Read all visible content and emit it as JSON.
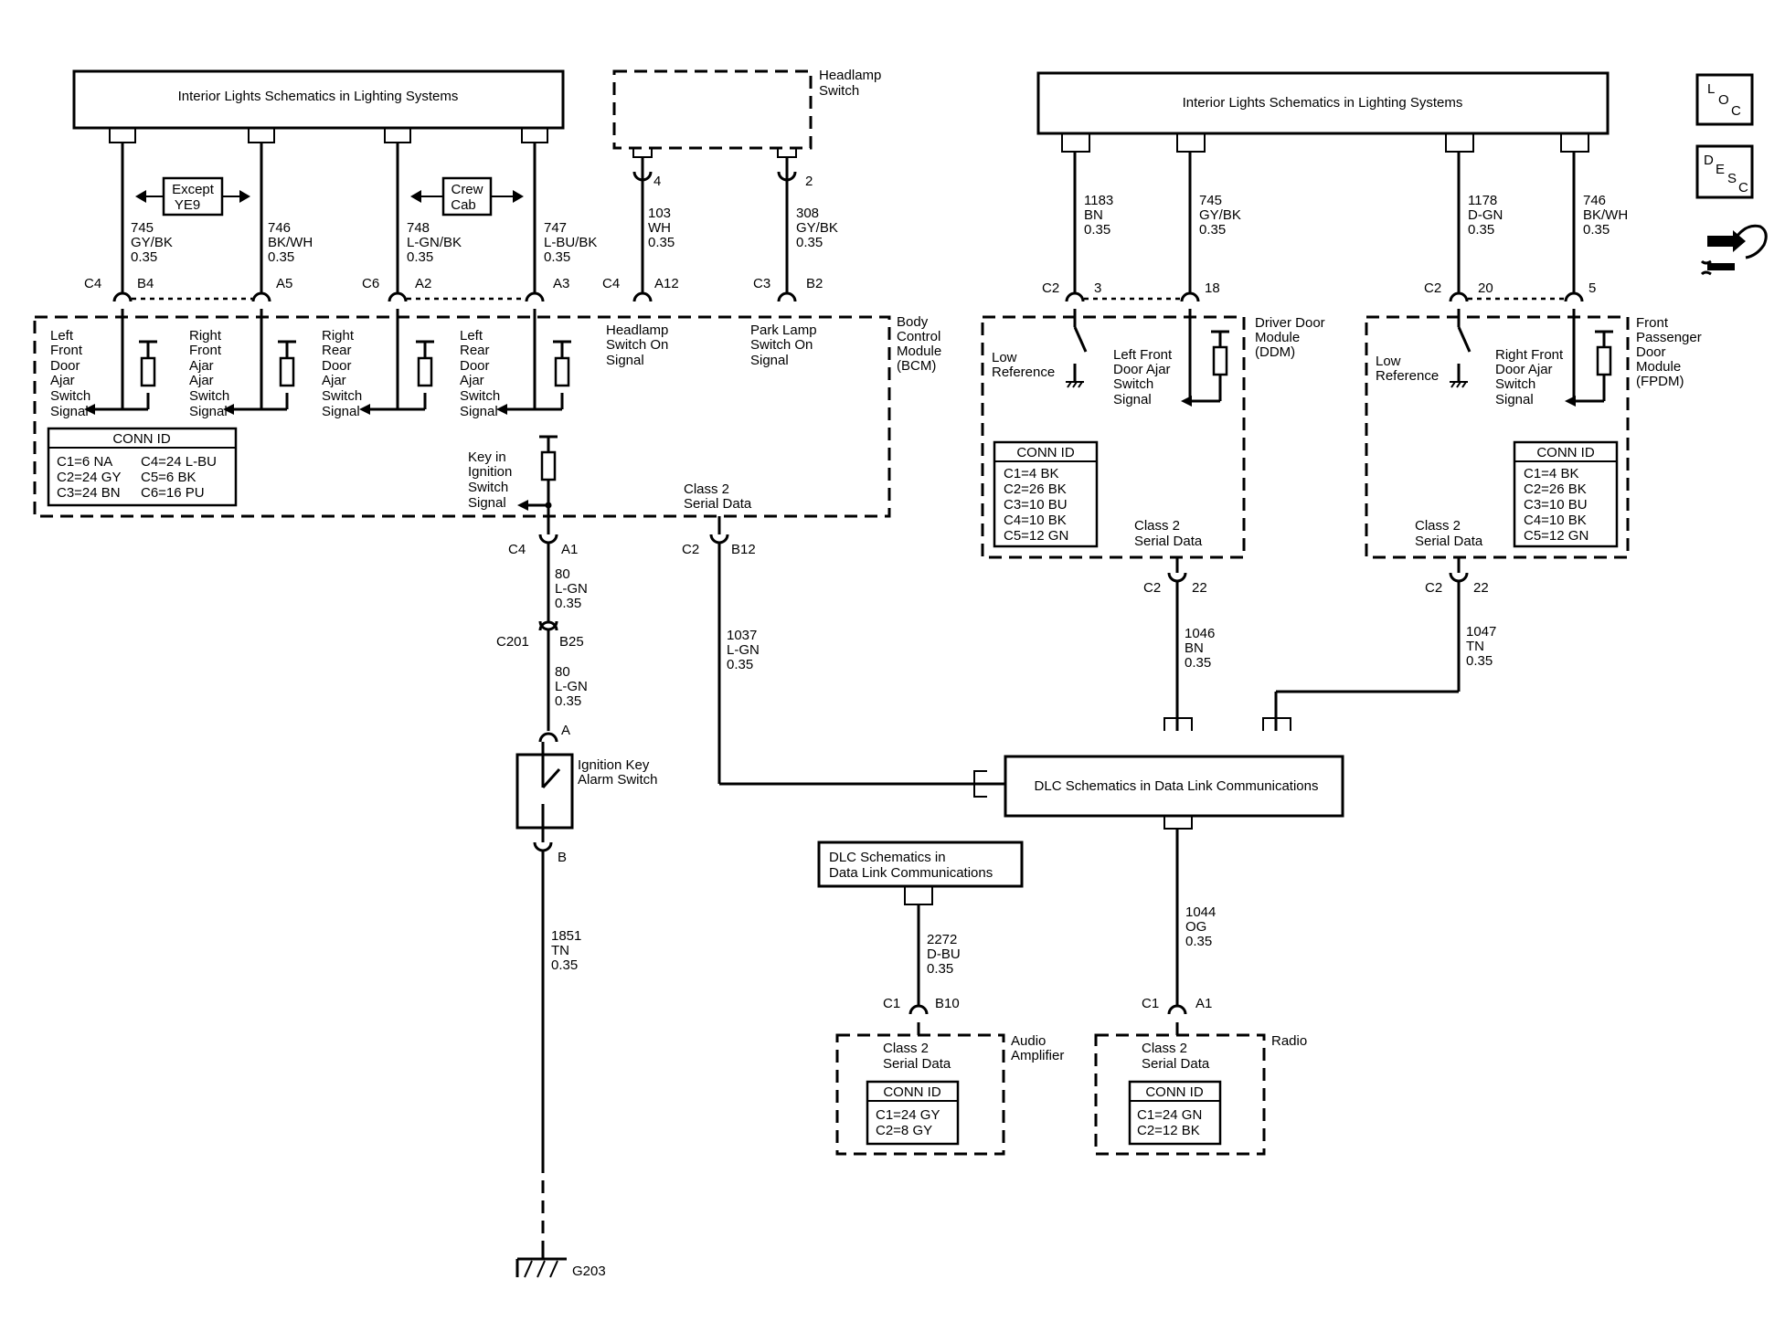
{
  "top_boxes": {
    "left": "Interior Lights Schematics in Lighting Systems",
    "right": "Interior Lights Schematics in Lighting Systems",
    "headlamp_switch": [
      "Headlamp",
      "Switch"
    ]
  },
  "options": {
    "except_ye9": [
      "Except",
      "YE9"
    ],
    "crew_cab": [
      "Crew",
      "Cab"
    ]
  },
  "bcm": {
    "title": [
      "Body",
      "Control",
      "Module",
      "(BCM)"
    ],
    "wires": [
      {
        "num": "745",
        "color": "GY/BK",
        "gauge": "0.35",
        "conn": "C4",
        "pin": "B4"
      },
      {
        "num": "746",
        "color": "BK/WH",
        "gauge": "0.35",
        "conn": "",
        "pin": "A5"
      },
      {
        "num": "748",
        "color": "L-GN/BK",
        "gauge": "0.35",
        "conn": "C6",
        "pin": "A2"
      },
      {
        "num": "747",
        "color": "L-BU/BK",
        "gauge": "0.35",
        "conn": "",
        "pin": "A3"
      },
      {
        "num": "103",
        "color": "WH",
        "gauge": "0.35",
        "conn": "C4",
        "pin": "A12",
        "sw_pin": "4"
      },
      {
        "num": "308",
        "color": "GY/BK",
        "gauge": "0.35",
        "conn": "C3",
        "pin": "B2",
        "sw_pin": "2"
      }
    ],
    "signals": [
      [
        "Left",
        "Front",
        "Door",
        "Ajar",
        "Switch",
        "Signal"
      ],
      [
        "Right",
        "Front",
        "Ajar",
        "Switch",
        "Signal"
      ],
      [
        "Right",
        "Rear",
        "Door",
        "Ajar",
        "Switch",
        "Signal"
      ],
      [
        "Left",
        "Rear",
        "Door",
        "Ajar",
        "Switch",
        "Signal"
      ],
      [
        "Headlamp",
        "Switch On",
        "Signal"
      ],
      [
        "Park Lamp",
        "Switch On",
        "Signal"
      ]
    ],
    "key_signal": [
      "Key in",
      "Ignition",
      "Switch",
      "Signal"
    ],
    "class2": [
      "Class 2",
      "Serial Data"
    ],
    "conn_title": "CONN ID",
    "conn": [
      "C1=6 NA",
      "C4=24 L-BU",
      "C2=24 GY",
      "C5=6 BK",
      "C3=24 BN",
      "C6=16 PU"
    ],
    "bottom_left": {
      "conn": "C4",
      "pin": "A1"
    },
    "bottom_right": {
      "conn": "C2",
      "pin": "B12"
    }
  },
  "ignition": {
    "wire80a": [
      "80",
      "L-GN",
      "0.35"
    ],
    "c201": "C201",
    "b25": "B25",
    "wire80b": [
      "80",
      "L-GN",
      "0.35"
    ],
    "pin_a": "A",
    "switch_label": [
      "Ignition Key",
      "Alarm Switch"
    ],
    "pin_b": "B",
    "wire1851": [
      "1851",
      "TN",
      "0.35"
    ],
    "ground": "G203"
  },
  "w1037": [
    "1037",
    "L-GN",
    "0.35"
  ],
  "ddm": {
    "title": [
      "Driver Door",
      "Module",
      "(DDM)"
    ],
    "wires": [
      {
        "num": "1183",
        "color": "BN",
        "gauge": "0.35",
        "conn": "C2",
        "pin": "3"
      },
      {
        "num": "745",
        "color": "GY/BK",
        "gauge": "0.35",
        "conn": "",
        "pin": "18"
      }
    ],
    "low_ref": [
      "Low",
      "Reference"
    ],
    "signal": [
      "Left Front",
      "Door Ajar",
      "Switch",
      "Signal"
    ],
    "conn_title": "CONN ID",
    "conn": [
      "C1=4 BK",
      "C2=26 BK",
      "C3=10 BU",
      "C4=10 BK",
      "C5=12 GN"
    ],
    "class2": [
      "Class 2",
      "Serial Data"
    ],
    "bottom": {
      "conn": "C2",
      "pin": "22"
    },
    "w1046": [
      "1046",
      "BN",
      "0.35"
    ]
  },
  "fpdm": {
    "title": [
      "Front",
      "Passenger",
      "Door",
      "Module",
      "(FPDM)"
    ],
    "wires": [
      {
        "num": "1178",
        "color": "D-GN",
        "gauge": "0.35",
        "conn": "C2",
        "pin": "20"
      },
      {
        "num": "746",
        "color": "BK/WH",
        "gauge": "0.35",
        "conn": "",
        "pin": "5"
      }
    ],
    "low_ref": [
      "Low",
      "Reference"
    ],
    "signal": [
      "Right Front",
      "Door Ajar",
      "Switch",
      "Signal"
    ],
    "conn_title": "CONN ID",
    "conn": [
      "C1=4 BK",
      "C2=26 BK",
      "C3=10 BU",
      "C4=10 BK",
      "C5=12 GN"
    ],
    "class2": [
      "Class 2",
      "Serial Data"
    ],
    "bottom": {
      "conn": "C2",
      "pin": "22"
    },
    "w1047": [
      "1047",
      "TN",
      "0.35"
    ]
  },
  "dlc_main": "DLC Schematics in Data Link Communications",
  "dlc_small": [
    "DLC Schematics in",
    "Data Link Communications"
  ],
  "w1044": [
    "1044",
    "OG",
    "0.35"
  ],
  "w2272": [
    "2272",
    "D-BU",
    "0.35"
  ],
  "amp": {
    "title": [
      "Audio",
      "Amplifier"
    ],
    "conn_top": "C1",
    "pin_top": "B10",
    "class2": [
      "Class 2",
      "Serial Data"
    ],
    "conn_title": "CONN ID",
    "conn": [
      "C1=24 GY",
      "C2=8 GY"
    ]
  },
  "radio": {
    "title": "Radio",
    "conn_top": "C1",
    "pin_top": "A1",
    "class2": [
      "Class 2",
      "Serial Data"
    ],
    "conn_title": "CONN ID",
    "conn": [
      "C1=24 GN",
      "C2=12 BK"
    ]
  },
  "legend": {
    "loc": [
      "L",
      "O",
      "C"
    ],
    "desc": [
      "D",
      "E",
      "S",
      "C"
    ]
  }
}
